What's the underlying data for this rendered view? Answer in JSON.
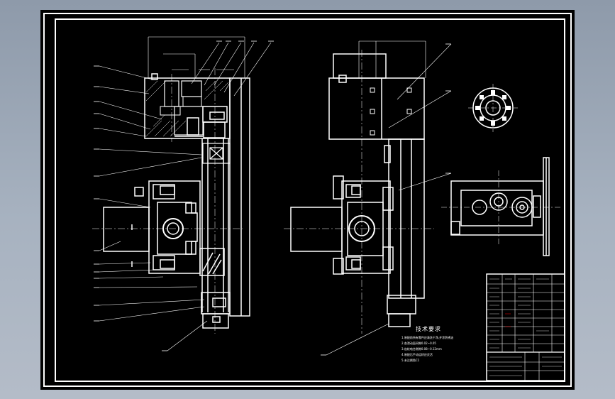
{
  "drawing": {
    "background_color": "#000000",
    "line_color": "#ffffff",
    "highlight_color": "#ff0000",
    "desktop_color": "#a5b0bf"
  },
  "technical_notes": {
    "title": "技术要求",
    "lines": [
      "1.装配前所有零件应清洗干净,并涂防锈油",
      "2.各滑动面间隙0.02~0.05",
      "3.齿轮啮合侧隙0.08~0.12mm",
      "4.装配后手动运转应灵活",
      "5.未注倒角C1"
    ]
  }
}
